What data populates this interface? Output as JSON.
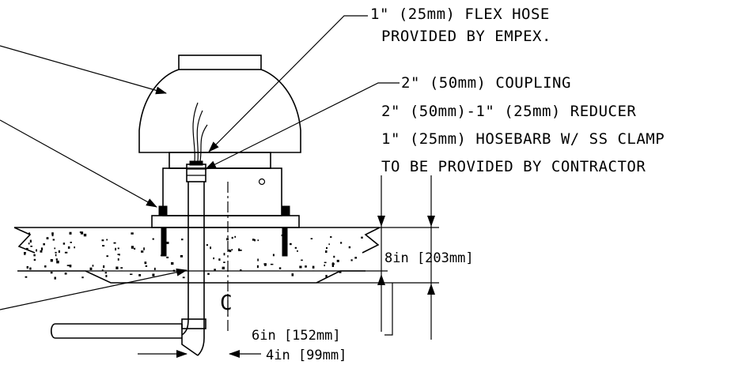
{
  "callouts": {
    "flex_hose": [
      "1\" (25mm) FLEX HOSE",
      "PROVIDED BY EMPEX."
    ],
    "coupling": [
      "2\" (50mm) COUPLING",
      "2\" (50mm)-1\" (25mm) REDUCER",
      "1\" (25mm) HOSEBARB W/ SS CLAMP",
      "TO BE PROVIDED BY CONTRACTOR"
    ]
  },
  "dimensions": {
    "slab_thickness": "8in [203mm]",
    "pipe_depth": "6in [152mm]",
    "pipe_offset": "4in [99mm]",
    "centerline": "C"
  }
}
